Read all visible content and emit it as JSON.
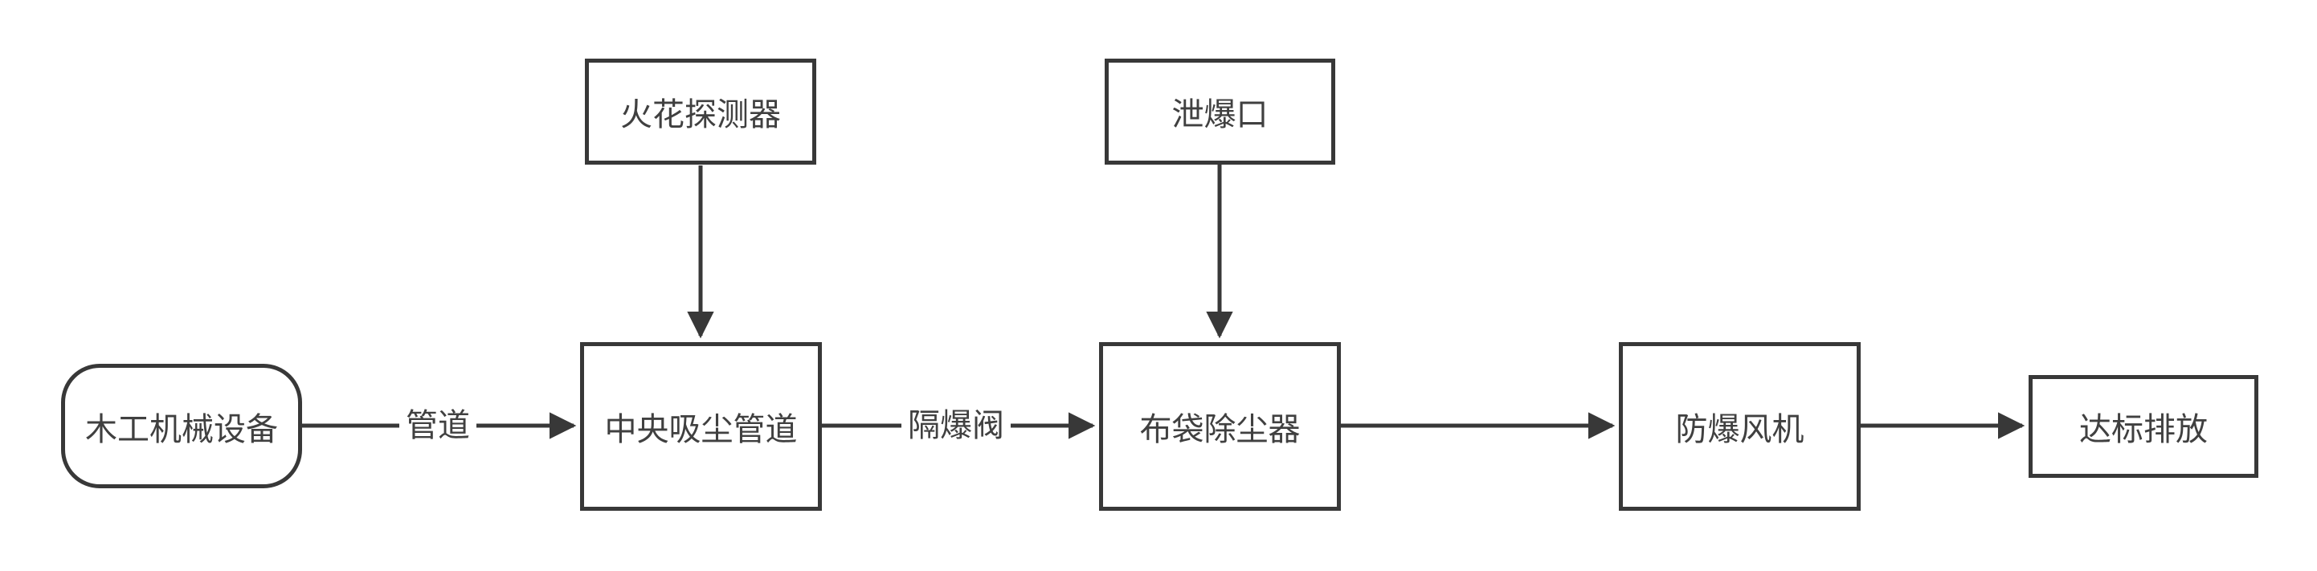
{
  "diagram": {
    "type": "flowchart",
    "background_color": "#ffffff",
    "stroke_color": "#383838",
    "text_color": "#404040",
    "nodes": [
      {
        "id": "woodworking-equipment",
        "label": "木工机械设备",
        "shape": "rounded-terminator"
      },
      {
        "id": "spark-detector",
        "label": "火花探测器",
        "shape": "rect"
      },
      {
        "id": "explosion-vent",
        "label": "泄爆口",
        "shape": "rect"
      },
      {
        "id": "central-dust-duct",
        "label": "中央吸尘管道",
        "shape": "rect"
      },
      {
        "id": "bag-dust-collector",
        "label": "布袋除尘器",
        "shape": "rect"
      },
      {
        "id": "explosion-proof-fan",
        "label": "防爆风机",
        "shape": "rect"
      },
      {
        "id": "compliant-discharge",
        "label": "达标排放",
        "shape": "rect"
      }
    ],
    "edges": [
      {
        "from": "woodworking-equipment",
        "to": "central-dust-duct",
        "label": "管道",
        "direction": "right"
      },
      {
        "from": "central-dust-duct",
        "to": "bag-dust-collector",
        "label": "隔爆阀",
        "direction": "right"
      },
      {
        "from": "bag-dust-collector",
        "to": "explosion-proof-fan",
        "label": "",
        "direction": "right"
      },
      {
        "from": "explosion-proof-fan",
        "to": "compliant-discharge",
        "label": "",
        "direction": "right"
      },
      {
        "from": "spark-detector",
        "to": "central-dust-duct",
        "label": "",
        "direction": "down"
      },
      {
        "from": "explosion-vent",
        "to": "bag-dust-collector",
        "label": "",
        "direction": "down"
      }
    ]
  }
}
